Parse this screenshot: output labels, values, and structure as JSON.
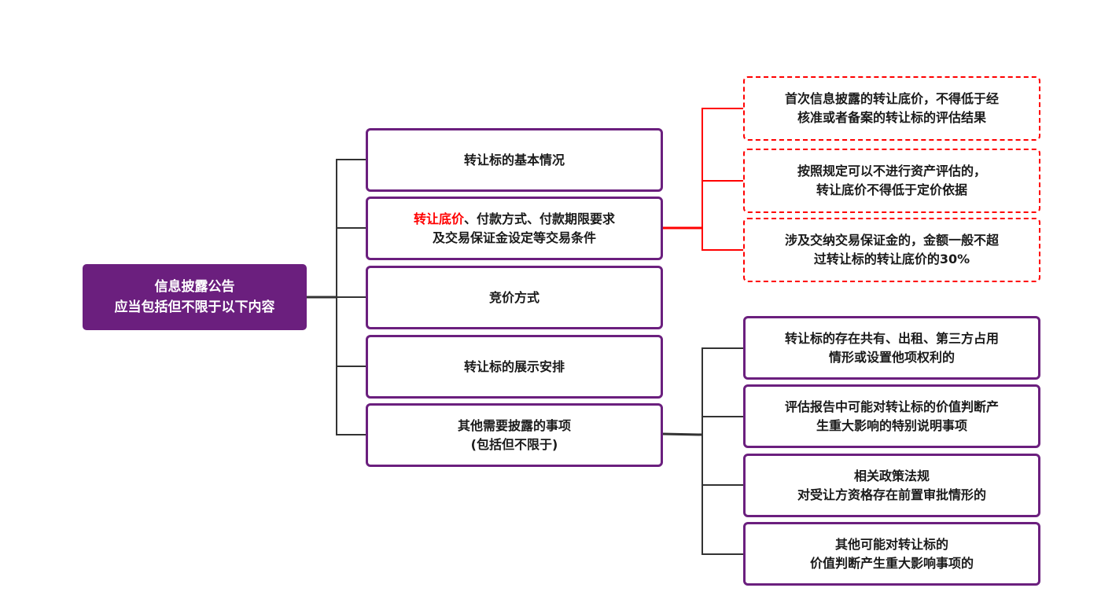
{
  "colors": {
    "root_fill": "#6B1F7E",
    "box_border": "#6B1F7E",
    "highlight": "#FF0000",
    "connector": "#333333"
  },
  "root": {
    "lines": [
      "信息披露公告",
      "应当包括但不限于以下内容"
    ]
  },
  "items": [
    {
      "lines": [
        "转让标的基本情况"
      ]
    },
    {
      "highlight": "转让底价",
      "lines": [
        "、付款方式、付款期限要求",
        "及交易保证金设定等交易条件"
      ]
    },
    {
      "lines": [
        "竞价方式"
      ]
    },
    {
      "lines": [
        "转让标的展示安排"
      ]
    },
    {
      "lines": [
        "其他需要披露的事项",
        "(包括但不限于)"
      ]
    }
  ],
  "price_details": [
    {
      "lines": [
        "首次信息披露的转让底价，不得低于经",
        "核准或者备案的转让标的评估结果"
      ]
    },
    {
      "lines": [
        "按照规定可以不进行资产评估的，",
        "转让底价不得低于定价依据"
      ]
    },
    {
      "lines": [
        "涉及交纳交易保证金的，金额一般不超",
        "过转让标的转让底价的30%"
      ]
    }
  ],
  "other_details": [
    {
      "lines": [
        "转让标的存在共有、出租、第三方占用",
        "情形或设置他项权利的"
      ]
    },
    {
      "lines": [
        "评估报告中可能对转让标的价值判断产",
        "生重大影响的特别说明事项"
      ]
    },
    {
      "lines": [
        "相关政策法规",
        "对受让方资格存在前置审批情形的"
      ]
    },
    {
      "lines": [
        "其他可能对转让标的",
        "价值判断产生重大影响事项的"
      ]
    }
  ]
}
